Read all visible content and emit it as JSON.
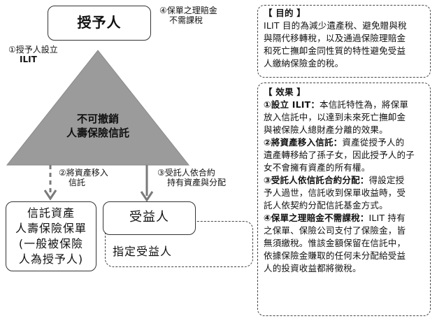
{
  "nodes": {
    "grantor": "授予人",
    "trust_label_line1": "不可撤銷",
    "trust_label_line2": "人壽保險信託",
    "trust_assets": [
      "信託資產",
      "人壽保險保單",
      "(一般被保險",
      "人為授予人)"
    ],
    "beneficiary": "受益人",
    "designated_beneficiary": "指定受益人"
  },
  "steps": {
    "step1_line1": "①授予人設立",
    "step1_line2": "ILIT",
    "step2_line1": "②將資產移入",
    "step2_line2": "信託",
    "step3_line1": "③受託人依合約",
    "step3_line2": "持有資產與分配",
    "step4_line1": "④保單之理賠金",
    "step4_line2": "不需課稅"
  },
  "purpose_panel": {
    "title": "【 目的 】",
    "lines": [
      "ILIT 目的為減少遺產稅、避免贈與稅",
      "與隔代移轉稅，以及通過保險理賠金",
      "和死亡撫卹金同性質的特性避免受益",
      "人繳納保險金的稅。"
    ]
  },
  "effects_panel": {
    "title": "【 效果 】",
    "items": [
      {
        "head": "①設立 ILIT：",
        "lines": [
          "本信託特性為，將保單",
          "放入信託中，以達到未來死亡撫卹金",
          "與被保險人總財產分離的效果。"
        ]
      },
      {
        "head": "②將資產移入信託：",
        "lines": [
          "資產從授予人的",
          "遺產轉移給了孫子女，因此授予人的子",
          "女不會擁有資產的所有權。"
        ]
      },
      {
        "head": "③受託人依信託合約分配：",
        "lines": [
          "得設定授",
          "予人過世，信託收到保單收益時，受",
          "託人依契約分配信託基金方式。"
        ]
      },
      {
        "head": "④保單之理賠金不需課稅：",
        "lines": [
          "ILIT 持有",
          "之保單、保險公司支付了保險金，皆",
          "無須繳稅。惟該金額保留在信託中，",
          "依據保險金賺取的任何未分配給受益",
          "人的投資收益都將徵稅。"
        ]
      }
    ]
  },
  "colors": {
    "triangle": "#9b9b9b",
    "arrow": "#7a7a7a",
    "border": "#333333"
  }
}
